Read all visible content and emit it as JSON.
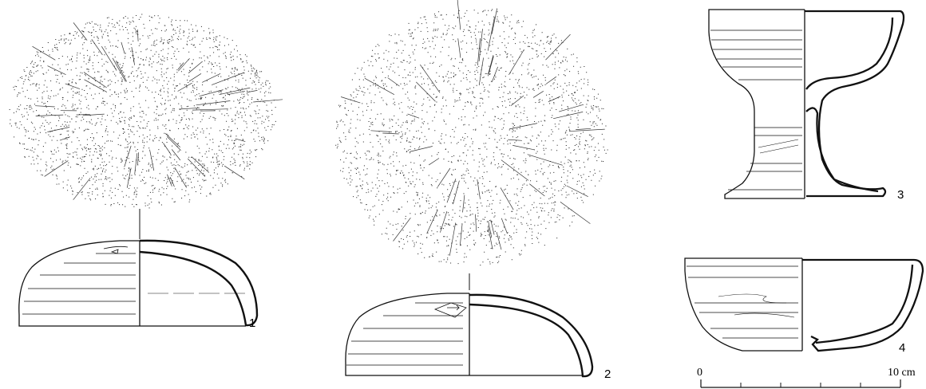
{
  "figures": [
    {
      "id": "fig-1",
      "label": "1"
    },
    {
      "id": "fig-2",
      "label": "2"
    },
    {
      "id": "fig-3",
      "label": "3"
    },
    {
      "id": "fig-4",
      "label": "4"
    }
  ],
  "scale_bar": {
    "start_label": "0",
    "end_label": "10 cm",
    "segments": 5
  },
  "colors": {
    "ink": "#111111",
    "stipple": "#333333",
    "background": "#ffffff"
  }
}
